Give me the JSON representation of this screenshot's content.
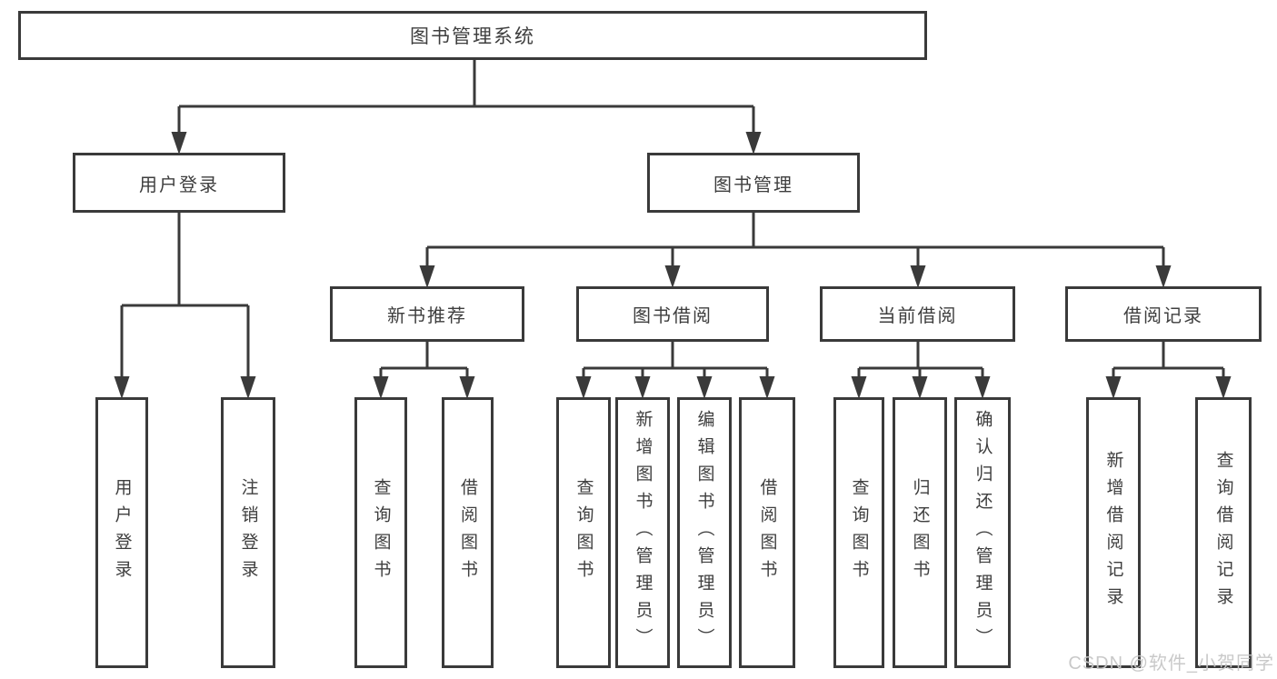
{
  "colors": {
    "line": "#3a3a3a",
    "text": "#3e3e3e",
    "box_fill": "#ffffff",
    "watermark": "#c6c6c6"
  },
  "watermark": "CSDN @软件_小贺同学",
  "tree": {
    "label": "图书管理系统",
    "children": [
      {
        "label": "用户登录",
        "children": [
          {
            "label": "用户登录"
          },
          {
            "label": "注销登录"
          }
        ]
      },
      {
        "label": "图书管理",
        "children": [
          {
            "label": "新书推荐",
            "children": [
              {
                "label": "查询图书"
              },
              {
                "label": "借阅图书"
              }
            ]
          },
          {
            "label": "图书借阅",
            "children": [
              {
                "label": "查询图书"
              },
              {
                "label": "新增图书（管理员）"
              },
              {
                "label": "编辑图书（管理员）"
              },
              {
                "label": "借阅图书"
              }
            ]
          },
          {
            "label": "当前借阅",
            "children": [
              {
                "label": "查询图书"
              },
              {
                "label": "归还图书"
              },
              {
                "label": "确认归还（管理员）"
              }
            ]
          },
          {
            "label": "借阅记录",
            "children": [
              {
                "label": "新增借阅记录"
              },
              {
                "label": "查询借阅记录"
              }
            ]
          }
        ]
      }
    ]
  }
}
